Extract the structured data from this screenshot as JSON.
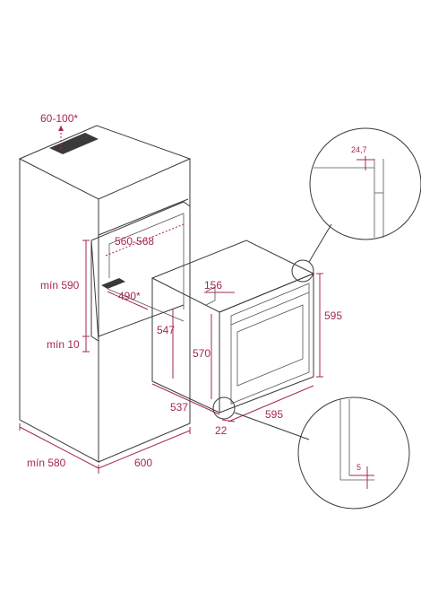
{
  "labels": {
    "top_gap": "60-100*",
    "inner_width": "560-568",
    "inner_height_min": "mín 590",
    "bottom_gap_min": "mín 10",
    "depth_shelf": "490*",
    "cabinet_depth_min": "mín 580",
    "cabinet_width": "600",
    "oven_depth_547": "547",
    "oven_depth_537": "537",
    "oven_height_570": "570",
    "oven_height_595": "595",
    "oven_width_595": "595",
    "offset_156": "156",
    "front_22": "22",
    "detail_top_24_7": "24,7",
    "detail_bottom_5": "5"
  }
}
